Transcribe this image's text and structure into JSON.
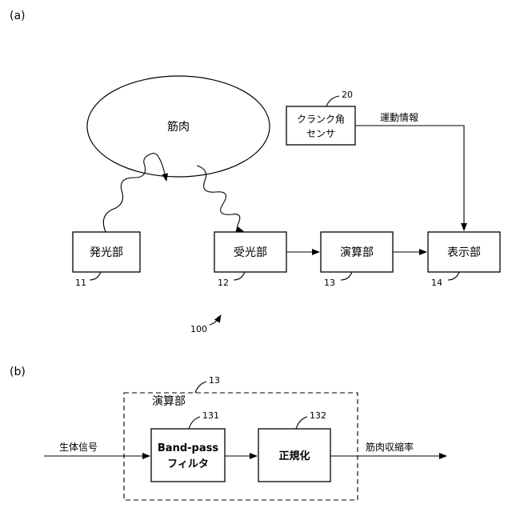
{
  "panel_a": {
    "label": "(a)",
    "muscle": "筋肉",
    "emitter": {
      "label": "発光部",
      "ref": "11"
    },
    "receiver": {
      "label": "受光部",
      "ref": "12"
    },
    "calc": {
      "label": "演算部",
      "ref": "13"
    },
    "display": {
      "label": "表示部",
      "ref": "14"
    },
    "crank": {
      "line1": "クランク角",
      "line2": "センサ",
      "ref": "20"
    },
    "motion_info": "運動情報",
    "device_ref": "100"
  },
  "panel_b": {
    "label": "(b)",
    "calc_group": {
      "label": "演算部",
      "ref": "13"
    },
    "filter": {
      "line1": "Band-pass",
      "line2": "フィルタ",
      "ref": "131"
    },
    "normalize": {
      "label": "正規化",
      "ref": "132"
    },
    "input": "生体信号",
    "output": "筋肉収縮率"
  }
}
